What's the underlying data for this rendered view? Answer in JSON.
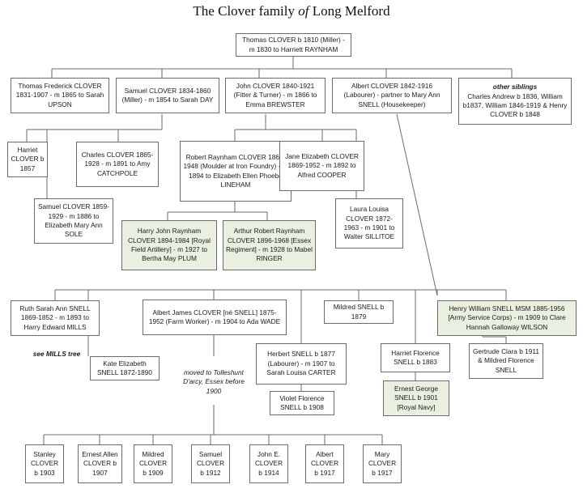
{
  "title": {
    "pre": "The Clover family ",
    "of": "of",
    "post": " Long Melford"
  },
  "people": {
    "thomas_sr": "Thomas CLOVER b 1810 (Miller) - m 1830 to Harriett RAYNHAM",
    "thomas_fred": "Thomas Frederick CLOVER 1831-1907 - m 1865 to Sarah UPSON",
    "samuel": "Samuel CLOVER 1834-1860 (Miller) - m 1854 to Sarah DAY",
    "john": "John CLOVER 1840-1921 (Fitter & Turner) - m 1866 to Emma BREWSTER",
    "albert": "Albert CLOVER 1842-1916 (Labourer) - partner to Mary Ann SNELL (Housekeeper)",
    "other_siblings_head": "other siblings",
    "other_siblings": "Charles Andrew b 1836, William b1837, William 1846-1919 & Henry CLOVER b 1848",
    "harriet": "Harriet CLOVER b 1857",
    "charles": "Charles CLOVER 1865-1928 - m 1891 to Amy CATCHPOLE",
    "samuel_jr": "Samuel CLOVER 1859-1929 - m 1886 to Elizabeth Mary Ann SOLE",
    "robert": "Robert Raynham CLOVER 1867-1948 (Moulder at Iron Foundry) - m 1894 to Elizabeth Ellen Phoebe LINEHAM",
    "jane": "Jane Elizabeth CLOVER 1869-1952 - m 1892 to Alfred COOPER",
    "laura": "Laura Louisa CLOVER 1872-1963 - m 1901 to Walter SILLITOE",
    "harry": "Harry John Raynham CLOVER 1894-1984 [Royal Field Artillery] - m 1927 to Bertha May PLUM",
    "arthur": "Arthur Robert Raynham CLOVER 1896-1968 [Essex Regiment] - m 1928 to Mabel RINGER",
    "ruth": "Ruth Sarah Ann SNELL 1869-1852 - m 1893 to Harry Edward MILLS",
    "see_mills": "see MILLS tree",
    "albert_james": "Albert James CLOVER [né SNELL] 1875-1952 (Farm Worker) - m 1904 to Ada WADE",
    "mildred_snell": "Mildred SNELL b 1879",
    "henry_william": "Henry William SNELL MSM 1885-1956 [Army Service Corps) - m 1909 to Clare Hannah Galloway WILSON",
    "kate": "Kate Elizabeth SNELL 1872-1890",
    "moved_note": "moved to Tolleshunt D'arcy, Essex before 1900",
    "herbert": "Herbert SNELL b 1877 (Labourer) - m 1907 to Sarah Louisa CARTER",
    "harriet_florence": "Harriet Florence SNELL b 1883",
    "gertrude": "Gertrude Clara b 1911 & Mildred Florence SNELL",
    "violet": "Violet Florence SNELL b 1908",
    "ernest_george": "Ernest George SNELL b 1901 [Royal Navy]",
    "stanley": "Stanley CLOVER b 1903",
    "ernest_allen": "Ernest Allen CLOVER b 1907",
    "mildred_c": "Mildred CLOVER b 1909",
    "samuel_c": "Samuel CLOVER b 1912",
    "john_e": "John E. CLOVER b 1914",
    "albert_c": "Albert CLOVER b 1917",
    "mary_c": "Mary CLOVER b 1917"
  },
  "colors": {
    "line": "#6b6b6b",
    "highlight": "#eaf0df",
    "border": "#6b6b6b"
  }
}
